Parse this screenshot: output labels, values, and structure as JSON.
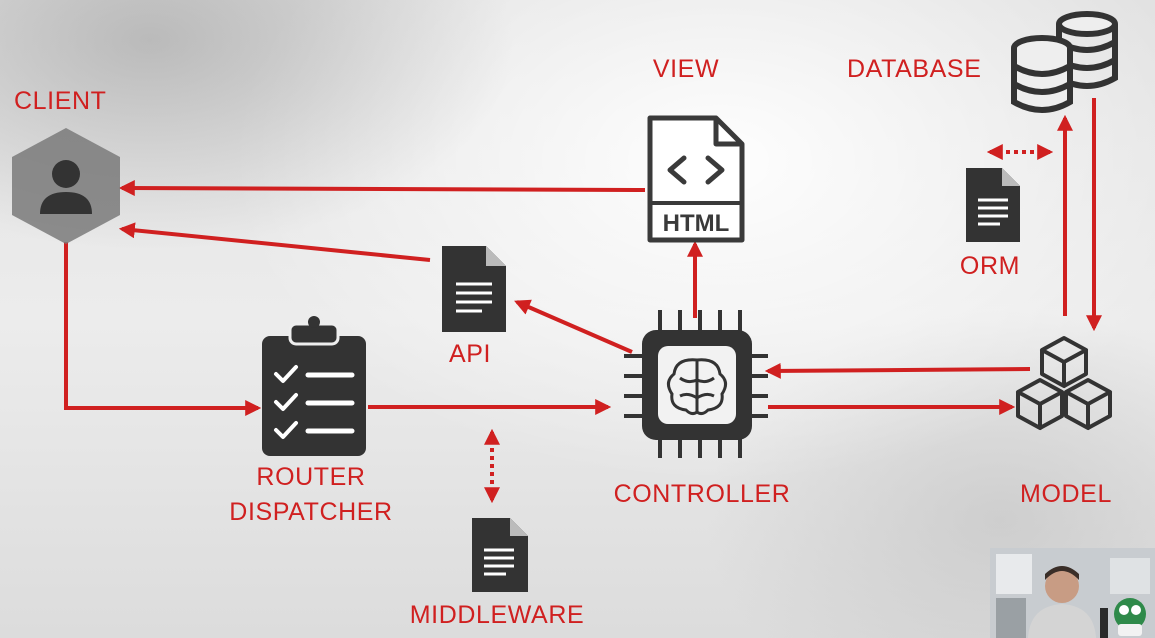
{
  "diagram": {
    "labels": {
      "client": "CLIENT",
      "view": "VIEW",
      "database": "DATABASE",
      "orm": "ORM",
      "api": "API",
      "router_line1": "ROUTER",
      "router_line2": "DISPATCHER",
      "controller": "CONTROLLER",
      "model": "MODEL",
      "middleware": "MIDDLEWARE",
      "html_icon_text": "HTML"
    },
    "colors": {
      "accent": "#d02020",
      "icon": "#333333",
      "client_hexagon": "#7a7a7a"
    },
    "icons": [
      "user-icon",
      "html-file-icon",
      "database-icon",
      "document-icon",
      "clipboard-checklist-icon",
      "cpu-brain-icon",
      "cubes-icon"
    ]
  }
}
